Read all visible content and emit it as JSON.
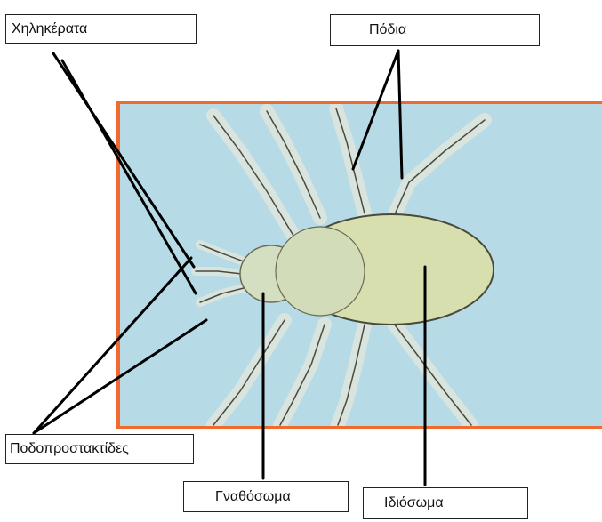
{
  "labels": {
    "chelicerae": "Χηληκέρατα",
    "legs": "Πόδια",
    "pedipalps": "Ποδοπροστακτίδες",
    "gnathosoma": "Γναθόσωμα",
    "idiosoma": "Ιδιόσωμα"
  },
  "colors": {
    "frame": "#ef6a2c",
    "background": "#b7dbe6",
    "body": "#d7dfae",
    "leg": "#d9e4df",
    "outline": "#4a4a3c",
    "pointer_line": "#000000"
  }
}
